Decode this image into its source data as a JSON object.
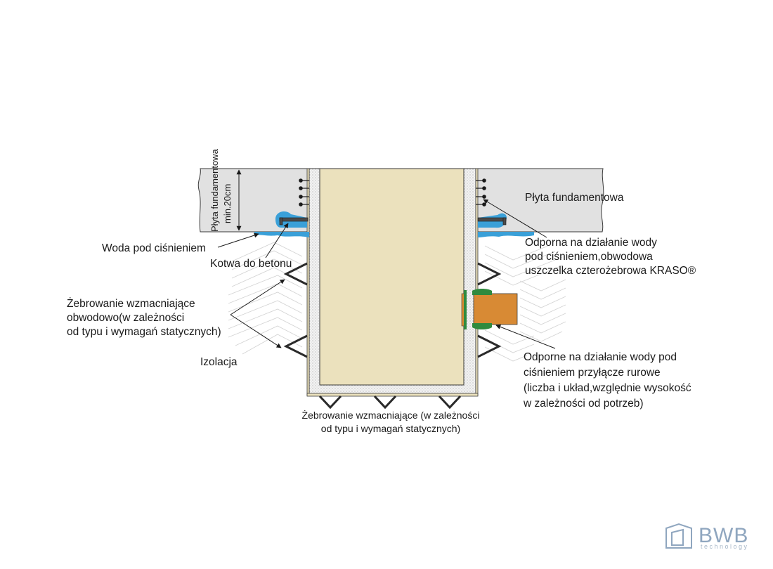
{
  "labels": {
    "slab_left_vertical_1": "Płyta fundamentowa",
    "slab_left_vertical_2": "min.20cm",
    "slab_right": "Płyta fundamentowa",
    "water_pressure": "Woda pod ciśnieniem",
    "concrete_anchor": "Kotwa do betonu",
    "seal_lines": [
      "Odporna na działanie wody",
      "pod ciśnieniem,obwodowa",
      "uszczelka czterożebrowa KRASO®"
    ],
    "ribbing_lines": [
      "Żebrowanie wzmacniające",
      "obwodowo(w zależności",
      "od typu i wymagań statycznych)"
    ],
    "insulation": "Izolacja",
    "pipe_lines": [
      "Odporne na działanie wody pod",
      "ciśnieniem przyłącze rurowe",
      "(liczba i układ,względnie wysokość",
      "w zależności od potrzeb)"
    ],
    "bottom_ribbing_lines": [
      "Żebrowanie wzmacniające (w zależności",
      "od typu i wymagań statycznych)"
    ]
  },
  "logo": {
    "text": "BWB",
    "subtitle": "technology"
  },
  "colors": {
    "slab": "#e1e1e1",
    "pit_fill": "#ebe1bd",
    "insulation_fill": "#efefef",
    "seal_blue": "#3aa0d8",
    "pipe_orange": "#d88a34",
    "pipe_green": "#2f8a3e",
    "logo": "#8fa6bf"
  }
}
